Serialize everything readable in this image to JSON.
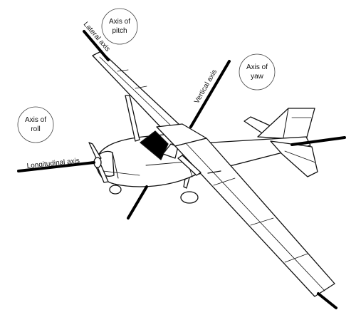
{
  "labels": {
    "lateral_axis": "Lateral axis",
    "vertical_axis": "Vertical axis",
    "longitudinal_axis": "Longitudinal axis"
  },
  "callouts": {
    "pitch": {
      "line1": "Axis of",
      "line2": "pitch"
    },
    "yaw": {
      "line1": "Axis of",
      "line2": "yaw"
    },
    "roll": {
      "line1": "Axis of",
      "line2": "roll"
    }
  },
  "colors": {
    "line": "#111111",
    "axis": "#000000",
    "fill": "#ffffff",
    "window": "#000000"
  }
}
